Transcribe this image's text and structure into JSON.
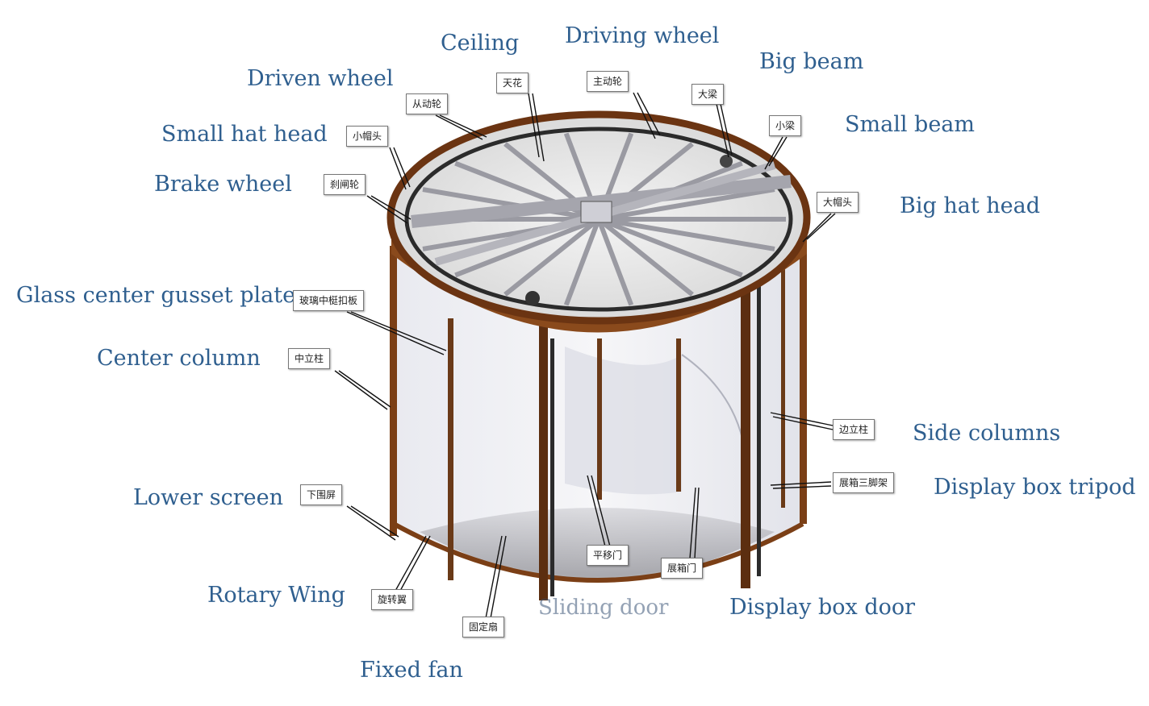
{
  "diagram": {
    "labels": [
      {
        "key": "ceiling",
        "en": "Ceiling",
        "zh": "天花"
      },
      {
        "key": "driving_wheel",
        "en": "Driving wheel",
        "zh": "主动轮"
      },
      {
        "key": "big_beam",
        "en": "Big beam",
        "zh": "大梁"
      },
      {
        "key": "driven_wheel",
        "en": "Driven wheel",
        "zh": "从动轮"
      },
      {
        "key": "small_beam",
        "en": "Small beam",
        "zh": "小梁"
      },
      {
        "key": "small_hat_head",
        "en": "Small hat head",
        "zh": "小帽头"
      },
      {
        "key": "brake_wheel",
        "en": "Brake wheel",
        "zh": "刹闸轮"
      },
      {
        "key": "big_hat_head",
        "en": "Big hat head",
        "zh": "大帽头"
      },
      {
        "key": "glass_center_gusset_plate",
        "en": "Glass center gusset plate",
        "zh": "玻璃中梃扣板"
      },
      {
        "key": "center_column",
        "en": "Center column",
        "zh": "中立柱"
      },
      {
        "key": "side_columns",
        "en": "Side columns",
        "zh": "边立柱"
      },
      {
        "key": "display_box_tripod",
        "en": "Display box tripod",
        "zh": "展箱三脚架"
      },
      {
        "key": "lower_screen",
        "en": "Lower screen",
        "zh": "下围屏"
      },
      {
        "key": "sliding_door",
        "en": "Sliding door",
        "zh": "平移门"
      },
      {
        "key": "display_box_door",
        "en": "Display box door",
        "zh": "展箱门"
      },
      {
        "key": "rotary_wing",
        "en": "Rotary Wing",
        "zh": "旋转翼"
      },
      {
        "key": "fixed_fan",
        "en": "Fixed fan",
        "zh": "固定扇"
      }
    ]
  }
}
